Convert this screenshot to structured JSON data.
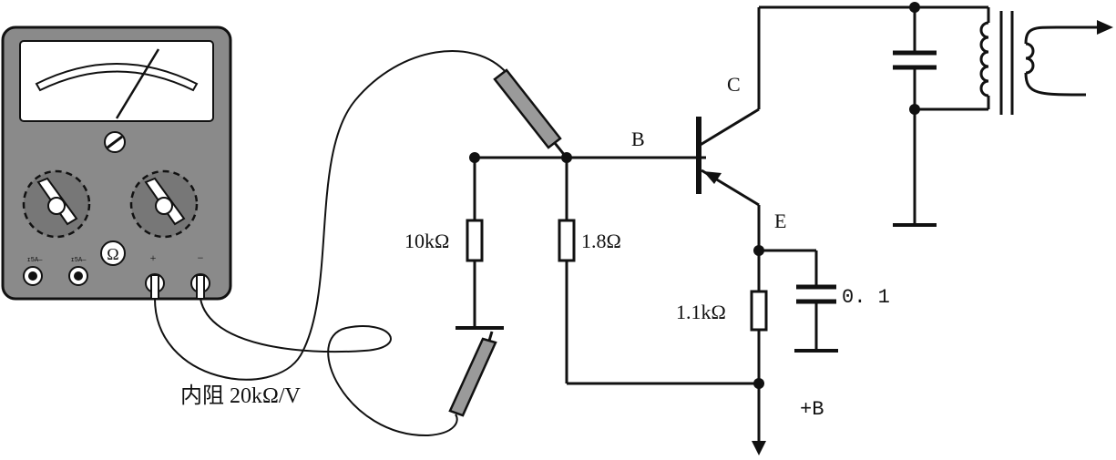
{
  "meter": {
    "dial_symbol": "Ω",
    "plus_mark": "+",
    "minus_mark": "−",
    "jack_label_1": "ɪ5A—",
    "jack_label_2": "ɪ5A—",
    "internal_resistance": "内阻 20kΩ/V"
  },
  "circuit": {
    "node_b": "B",
    "node_c": "C",
    "node_e": "E",
    "r1": "10kΩ",
    "r2": "1.8Ω",
    "r3": "1.1kΩ",
    "cap": "0. 1",
    "supply": "+B"
  },
  "colors": {
    "meter_body": "#8a8a8a",
    "meter_panel": "#6f6f6f",
    "probe_fill": "#9a9a9a",
    "ink": "#111111"
  }
}
